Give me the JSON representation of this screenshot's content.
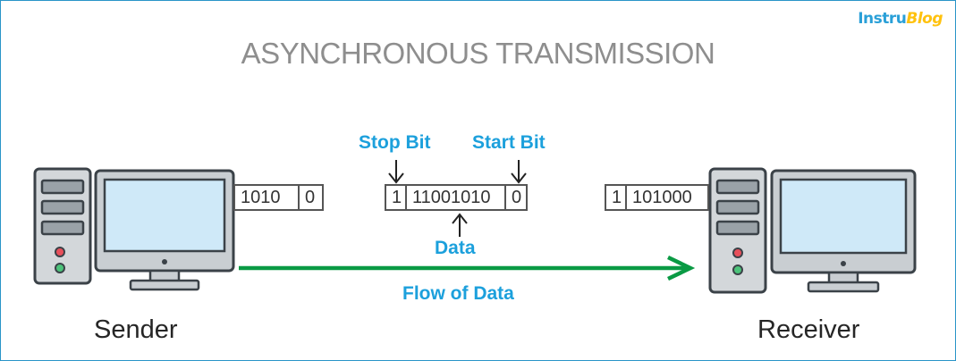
{
  "title": "ASYNCHRONOUS TRANSMISSION",
  "logo": {
    "part1": "Instru",
    "part2": "Blog"
  },
  "labels": {
    "stop_bit": "Stop Bit",
    "start_bit": "Start Bit",
    "data": "Data",
    "flow": "Flow of Data",
    "sender": "Sender",
    "receiver": "Receiver"
  },
  "packets": {
    "sender": [
      "1010",
      "0"
    ],
    "middle": [
      "1",
      "11001010",
      "0"
    ],
    "receiver": [
      "1",
      "101000"
    ]
  },
  "colors": {
    "accent_blue": "#1ca0dc",
    "arrow_green": "#0a9a44",
    "title_gray": "#8e8e8e",
    "monitor_screen": "#cfe9f8",
    "case_gray": "#d3d7da"
  }
}
